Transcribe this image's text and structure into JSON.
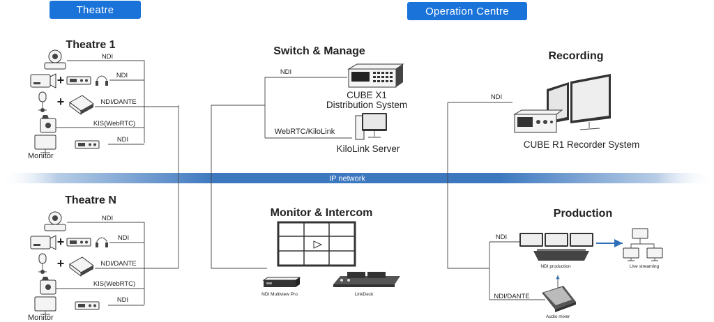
{
  "colors": {
    "accent": "#1a73d9",
    "network_band": "#2f6fb8",
    "arrow": "#2f6fb8"
  },
  "sections": {
    "theatre": "Theatre",
    "operation_centre": "Operation Centre"
  },
  "theatre1": {
    "title": "Theatre 1",
    "links": [
      "NDI",
      "NDI",
      "NDI/DANTE",
      "KIS(WebRTC)",
      "NDI"
    ],
    "monitor_label": "Monitor"
  },
  "theatreN": {
    "title": "Theatre N",
    "links": [
      "NDI",
      "NDI",
      "NDI/DANTE",
      "KIS(WebRTC)",
      "NDI"
    ],
    "monitor_label": "Monitor"
  },
  "plus": "+",
  "network": {
    "label": "IP network"
  },
  "switch_manage": {
    "title": "Switch & Manage",
    "link_top": "NDI",
    "link_bottom": "WebRTC/KiloLink",
    "device1": [
      "CUBE X1",
      "Distribution System"
    ],
    "device2": "KiloLink Server"
  },
  "recording": {
    "title": "Recording",
    "link": "NDI",
    "device": "CUBE R1 Recorder System"
  },
  "monitor_intercom": {
    "title": "Monitor & Intercom",
    "device1": "NDI Multiview Pro",
    "device2": "LinkDeck"
  },
  "production": {
    "title": "Production",
    "link_top": "NDI",
    "link_bottom": "NDI/DANTE",
    "production_label": "NDI production",
    "mixer_label": "Audio mixer",
    "streaming_label": "Live streaming"
  }
}
